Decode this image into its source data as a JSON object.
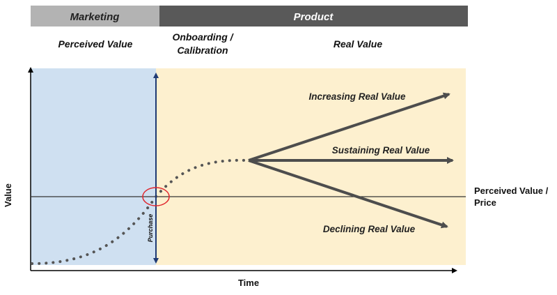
{
  "header": {
    "marketing_label": "Marketing",
    "product_label": "Product"
  },
  "phases": {
    "perceived_value": "Perceived Value",
    "onboarding_line1": "Onboarding /",
    "onboarding_line2": "Calibration",
    "real_value": "Real Value"
  },
  "axes": {
    "y_label": "Value",
    "x_label": "Time"
  },
  "markers": {
    "purchase_label": "Purchase",
    "price_line_label_line1": "Perceived Value /",
    "price_line_label_line2": "Price"
  },
  "outcomes": {
    "increasing": "Increasing Real Value",
    "sustaining": "Sustaining Real Value",
    "declining": "Declining Real Value"
  },
  "colors": {
    "marketing_header_bg": "#b3b3b3",
    "product_header_bg": "#595959",
    "marketing_region_bg": "#cfe0f1",
    "product_region_bg": "#fdf0cf",
    "arrow_color": "#4d4d4d",
    "purchase_line_color": "#1f3a73",
    "purchase_circle_color": "#e0262d",
    "dotted_curve_color": "#555555"
  }
}
